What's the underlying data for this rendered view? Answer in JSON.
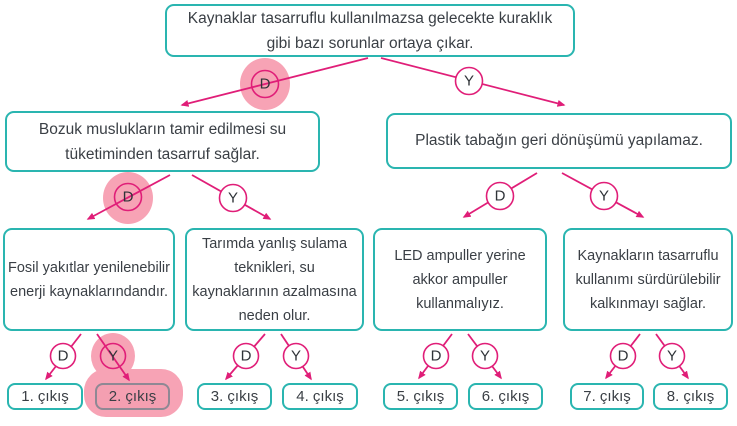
{
  "labels": {
    "d": "D",
    "y": "Y"
  },
  "boxes": {
    "root": "Kaynaklar tasarruflu kullanılmazsa gelecekte kuraklık gibi bazı sorunlar ortaya çıkar.",
    "l2_left": "Bozuk muslukların tamir edilmesi su tüketiminden tasarruf sağlar.",
    "l2_right": "Plastik tabağın geri dönüşümü yapılamaz.",
    "l3_1": "Fosil yakıtlar yenilenebilir enerji kaynaklarındandır.",
    "l3_2": "Tarımda yanlış sulama teknikleri, su kaynaklarının azalmasına neden olur.",
    "l3_3": "LED ampuller yerine akkor ampuller kullanmalıyız.",
    "l3_4": "Kaynakların tasarruflu kullanımı sürdürülebilir kalkınmayı sağlar."
  },
  "exits": [
    "1. çıkış",
    "2. çıkış",
    "3. çıkış",
    "4. çıkış",
    "5. çıkış",
    "6. çıkış",
    "7. çıkış",
    "8. çıkış"
  ],
  "highlighted_path": {
    "level1": "D",
    "level2": "D",
    "level3": "Y",
    "result": "2. çıkış"
  },
  "colors": {
    "arrow": "#e01e78",
    "box_border": "#2ab5b0",
    "text": "#3a3f45",
    "highlight": "#f7a3b5",
    "exit_highlight_fill": "#f49fb1",
    "exit_highlight_border": "#8f8894"
  }
}
